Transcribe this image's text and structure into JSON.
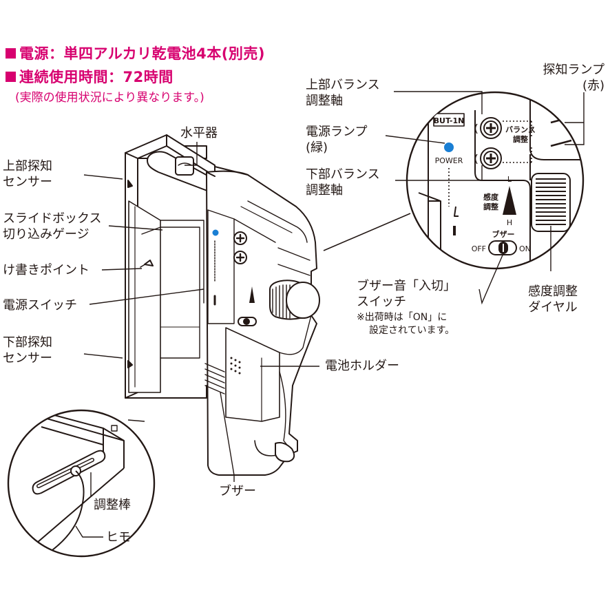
{
  "specs": {
    "power": "電源：単四アルカリ乾電池4本(別売)",
    "continuous_use": "連続使用時間：72時間",
    "note": "(実際の使用状況により異なります。)"
  },
  "labels": {
    "level": "水平器",
    "upper_sensor": [
      "上部探知",
      "センサー"
    ],
    "slide_box_gauge": [
      "スライドボックス",
      "切り込みゲージ"
    ],
    "marking_point": "け書きポイント",
    "power_switch": "電源スイッチ",
    "lower_sensor": [
      "下部探知",
      "センサー"
    ],
    "upper_balance": [
      "上部バランス",
      "調整軸"
    ],
    "power_lamp": [
      "電源ランプ",
      "(緑)"
    ],
    "lower_balance": [
      "下部バランス",
      "調整軸"
    ],
    "detect_lamp": [
      "探知ランプ",
      "(赤)"
    ],
    "buzzer_switch": [
      "ブザー音「入切」",
      "スイッチ"
    ],
    "buzzer_note": [
      "※出荷時は「ON」に",
      "設定されています。"
    ],
    "sensitivity_dial": [
      "感度調整",
      "ダイヤル"
    ],
    "battery_holder": "電池ホルダー",
    "buzzer": "ブザー",
    "adjust_rod": "調整棒",
    "string": "ヒモ"
  },
  "device_text": {
    "model": "BUT-1N",
    "power": "POWER",
    "balance": "バランス",
    "adjust": "調整",
    "sensitivity": "感度",
    "sensitivity_adjust": "調整",
    "low": "L",
    "high": "H",
    "buzzer": "ブザー",
    "off": "OFF",
    "on": "ON"
  },
  "colors": {
    "accent": "#d7006f",
    "power_led": "#1a7fd4",
    "line": "#231815"
  }
}
